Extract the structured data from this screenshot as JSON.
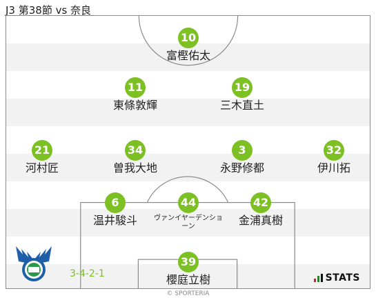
{
  "header": {
    "title": "J3 第38節 vs 奈良"
  },
  "formation": "3-4-2-1",
  "players": [
    {
      "number": "10",
      "name": "富樫佑太"
    },
    {
      "number": "11",
      "name": "東條敦輝"
    },
    {
      "number": "19",
      "name": "三木直土"
    },
    {
      "number": "21",
      "name": "河村匠"
    },
    {
      "number": "34",
      "name": "曽我大地"
    },
    {
      "number": "3",
      "name": "永野修都"
    },
    {
      "number": "32",
      "name": "伊川拓"
    },
    {
      "number": "6",
      "name": "温井駿斗"
    },
    {
      "number": "44",
      "name": "ヴァンイヤーデンショーン"
    },
    {
      "number": "42",
      "name": "金浦真樹"
    },
    {
      "number": "39",
      "name": "櫻庭立樹"
    }
  ],
  "brand": {
    "stats_label": "STATS",
    "copyright": "© SPORTERIA"
  },
  "colors": {
    "accent": "#7cc023",
    "stripe": "#f2f2f2",
    "line": "#8a8a8a"
  }
}
